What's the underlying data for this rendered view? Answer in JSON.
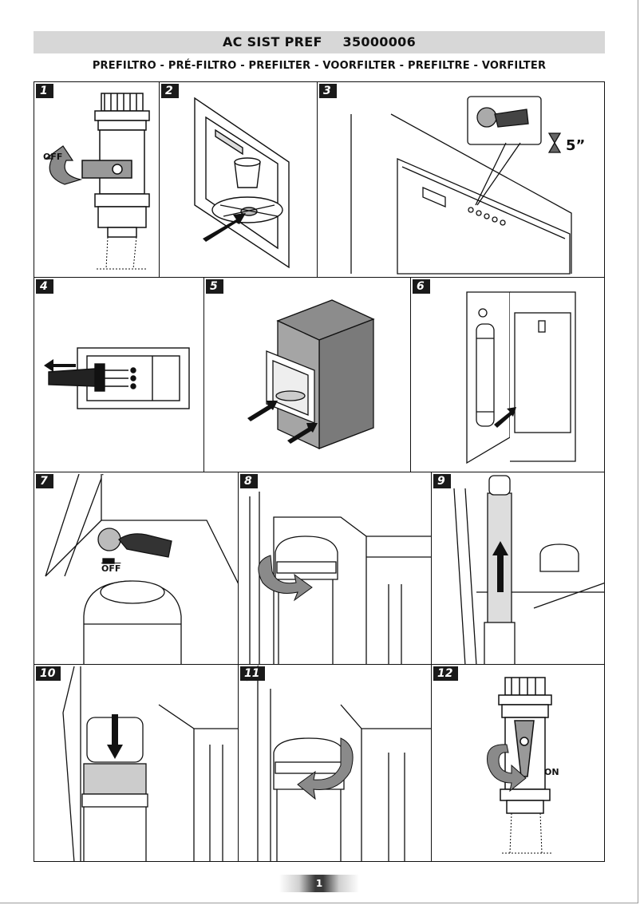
{
  "header": {
    "code_name": "AC SIST PREF",
    "code_number": "35000006"
  },
  "subtitle": "PREFILTRO  -  PRÉ-FILTRO -  PREFILTER  -  VOORFILTER  -  PREFILTRE  - VORFILTER",
  "steps": [
    {
      "number": "1",
      "label": "OFF"
    },
    {
      "number": "2"
    },
    {
      "number": "3",
      "timer": "5”"
    },
    {
      "number": "4"
    },
    {
      "number": "5"
    },
    {
      "number": "6"
    },
    {
      "number": "7",
      "label": "OFF"
    },
    {
      "number": "8"
    },
    {
      "number": "9"
    },
    {
      "number": "10"
    },
    {
      "number": "11"
    },
    {
      "number": "12",
      "label": "ON"
    }
  ],
  "footer": {
    "page_number": "1"
  }
}
